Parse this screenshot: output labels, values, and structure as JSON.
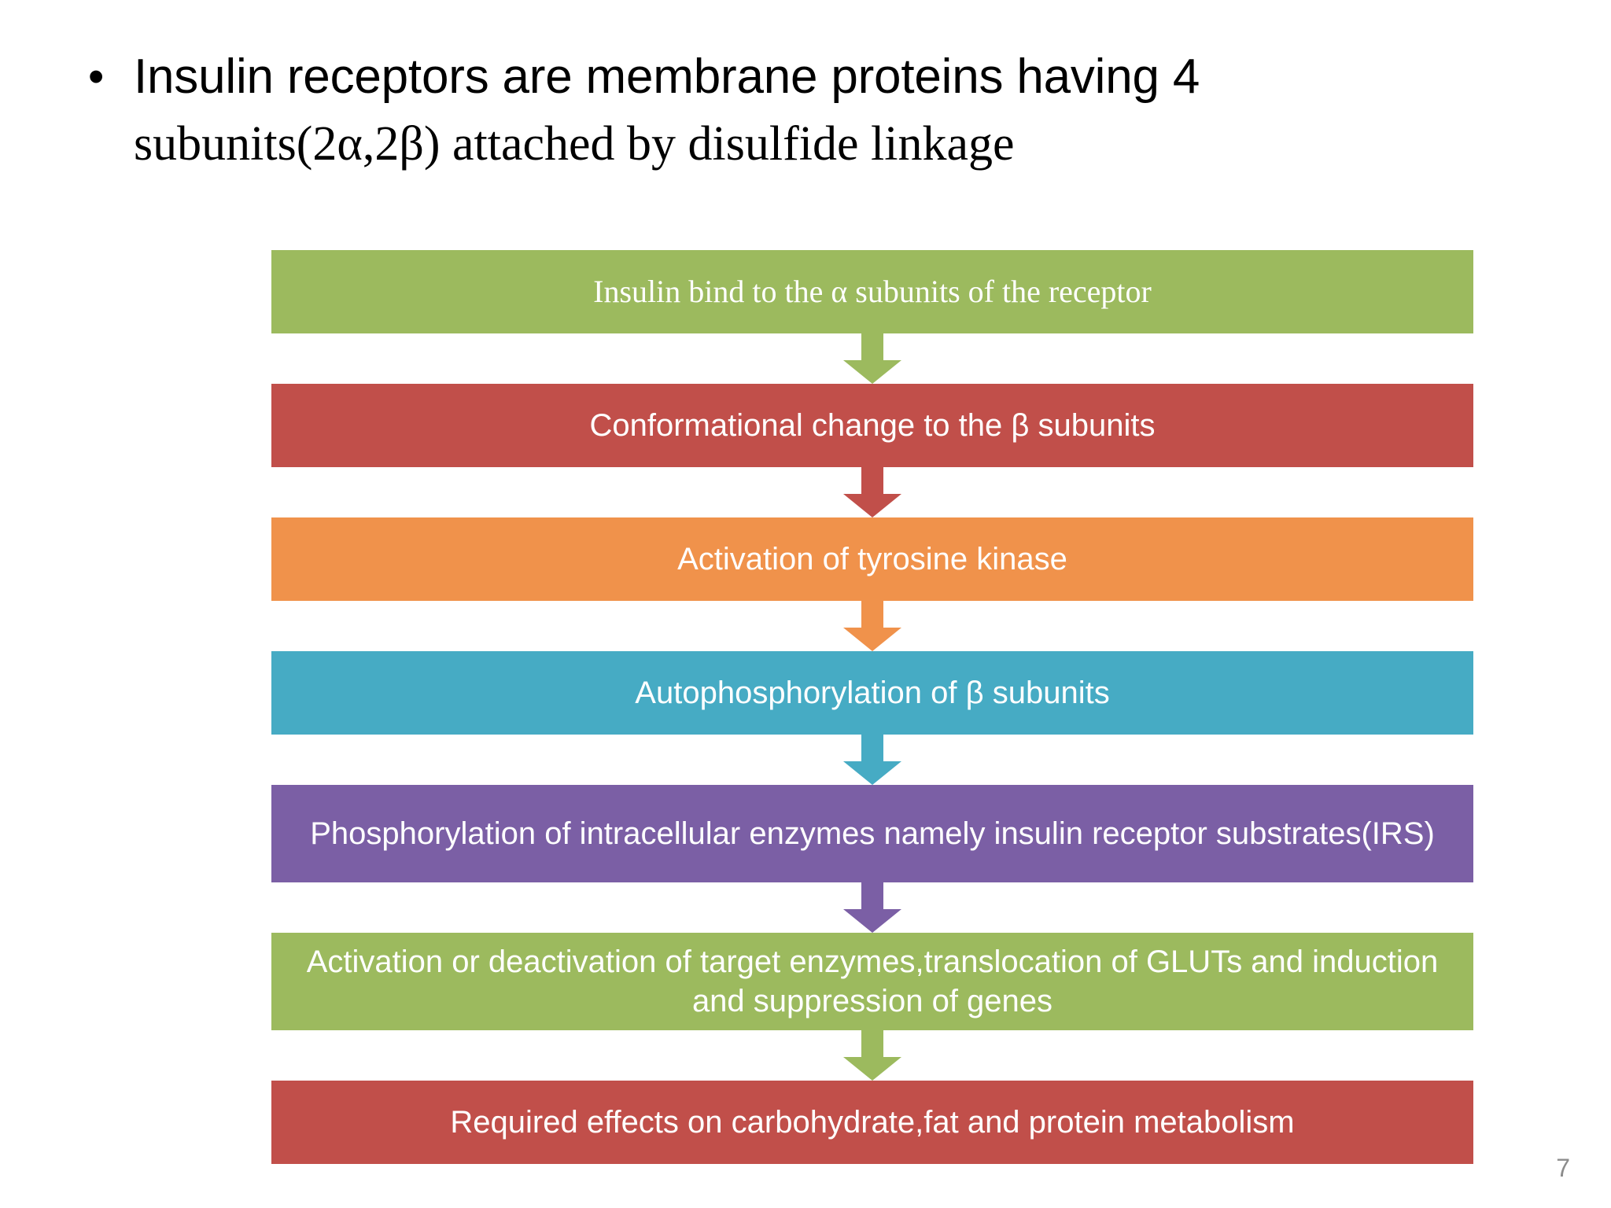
{
  "slide": {
    "page_number": "7",
    "background_color": "#FFFFFF",
    "title": {
      "bullet_glyph": "•",
      "line_1": "Insulin receptors are membrane proteins having 4",
      "line_2": "subunits(2α,2β) attached by disulfide linkage",
      "color": "#000000"
    }
  },
  "flow": {
    "arrow_icon_name": "down-arrow-icon",
    "steps": [
      {
        "label": "Insulin bind to the α subunits of the receptor",
        "color": "#9CBA5E",
        "lines": 1,
        "font": "serif"
      },
      {
        "label": "Conformational change to the β subunits",
        "color": "#C14F4A",
        "lines": 1,
        "font": "sans"
      },
      {
        "label": "Activation of tyrosine kinase",
        "color": "#F0924B",
        "lines": 1,
        "font": "sans"
      },
      {
        "label": "Autophosphorylation of β subunits",
        "color": "#46ABC4",
        "lines": 1,
        "font": "sans"
      },
      {
        "label": "Phosphorylation of intracellular enzymes namely insulin receptor substrates(IRS)",
        "color": "#7B5FA5",
        "lines": 2,
        "font": "sans"
      },
      {
        "label": "Activation or deactivation of target enzymes,translocation of GLUTs and induction and suppression of genes",
        "color": "#9CBA5E",
        "lines": 2,
        "font": "sans"
      },
      {
        "label": "Required effects on carbohydrate,fat and protein metabolism",
        "color": "#C14F4A",
        "lines": 1,
        "font": "sans"
      }
    ]
  }
}
